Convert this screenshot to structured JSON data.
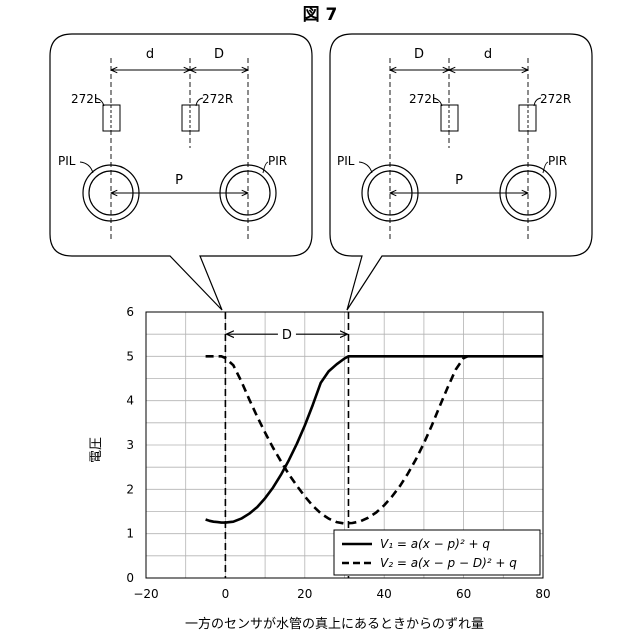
{
  "figure_title": "図 7",
  "panels": {
    "left": {
      "dim_first": "d",
      "dim_second": "D",
      "sensor_left": "272L",
      "sensor_right": "272R",
      "pipe_left": "PIL",
      "pipe_right": "PIR",
      "pitch": "P"
    },
    "right": {
      "dim_first": "D",
      "dim_second": "d",
      "sensor_left": "272L",
      "sensor_right": "272R",
      "pipe_left": "PIL",
      "pipe_right": "PIR",
      "pitch": "P"
    }
  },
  "chart_data": {
    "type": "line",
    "xlabel": "一方のセンサが水管の真上にあるときからのずれ量",
    "ylabel": "電圧",
    "xlim": [
      -20,
      80
    ],
    "ylim": [
      0,
      6
    ],
    "xticks": [
      "−20",
      "0",
      "20",
      "40",
      "60",
      "80"
    ],
    "yticks": [
      "0",
      "1",
      "2",
      "3",
      "4",
      "5",
      "6"
    ],
    "grid": true,
    "legend_position": "bottom-right",
    "annotation": "D",
    "markers_x": [
      0,
      31
    ],
    "series": [
      {
        "name": "V1 = a(x − p)² + q",
        "legend_text": "V₁ = a(x − p)² + q",
        "style": "solid",
        "x": [
          -5,
          -4,
          -3,
          -2,
          -1,
          0,
          2,
          4,
          6,
          8,
          10,
          12,
          14,
          16,
          18,
          20,
          22,
          24,
          26,
          28,
          30,
          31,
          40,
          50,
          60,
          70,
          80
        ],
        "y": [
          1.32,
          1.29,
          1.27,
          1.26,
          1.25,
          1.25,
          1.27,
          1.34,
          1.45,
          1.6,
          1.8,
          2.04,
          2.33,
          2.66,
          3.03,
          3.44,
          3.9,
          4.4,
          4.66,
          4.82,
          4.95,
          5.0,
          5.0,
          5.0,
          5.0,
          5.0,
          5.0
        ]
      },
      {
        "name": "V2 = a(x − p − D)² + q",
        "legend_text": "V₂ = a(x − p − D)² + q",
        "style": "dashed",
        "x": [
          -5,
          -3,
          -1,
          0,
          2,
          4,
          6,
          8,
          10,
          12,
          14,
          16,
          18,
          20,
          22,
          24,
          26,
          28,
          30,
          32,
          34,
          36,
          38,
          40,
          42,
          44,
          46,
          48,
          50,
          52,
          54,
          56,
          58,
          60,
          61
        ],
        "y": [
          5.0,
          5.0,
          5.0,
          4.96,
          4.8,
          4.44,
          4.03,
          3.64,
          3.28,
          2.94,
          2.63,
          2.34,
          2.08,
          1.84,
          1.63,
          1.46,
          1.34,
          1.26,
          1.23,
          1.24,
          1.28,
          1.36,
          1.48,
          1.64,
          1.84,
          2.08,
          2.36,
          2.68,
          3.04,
          3.44,
          3.88,
          4.3,
          4.7,
          4.96,
          5.0
        ]
      }
    ]
  }
}
